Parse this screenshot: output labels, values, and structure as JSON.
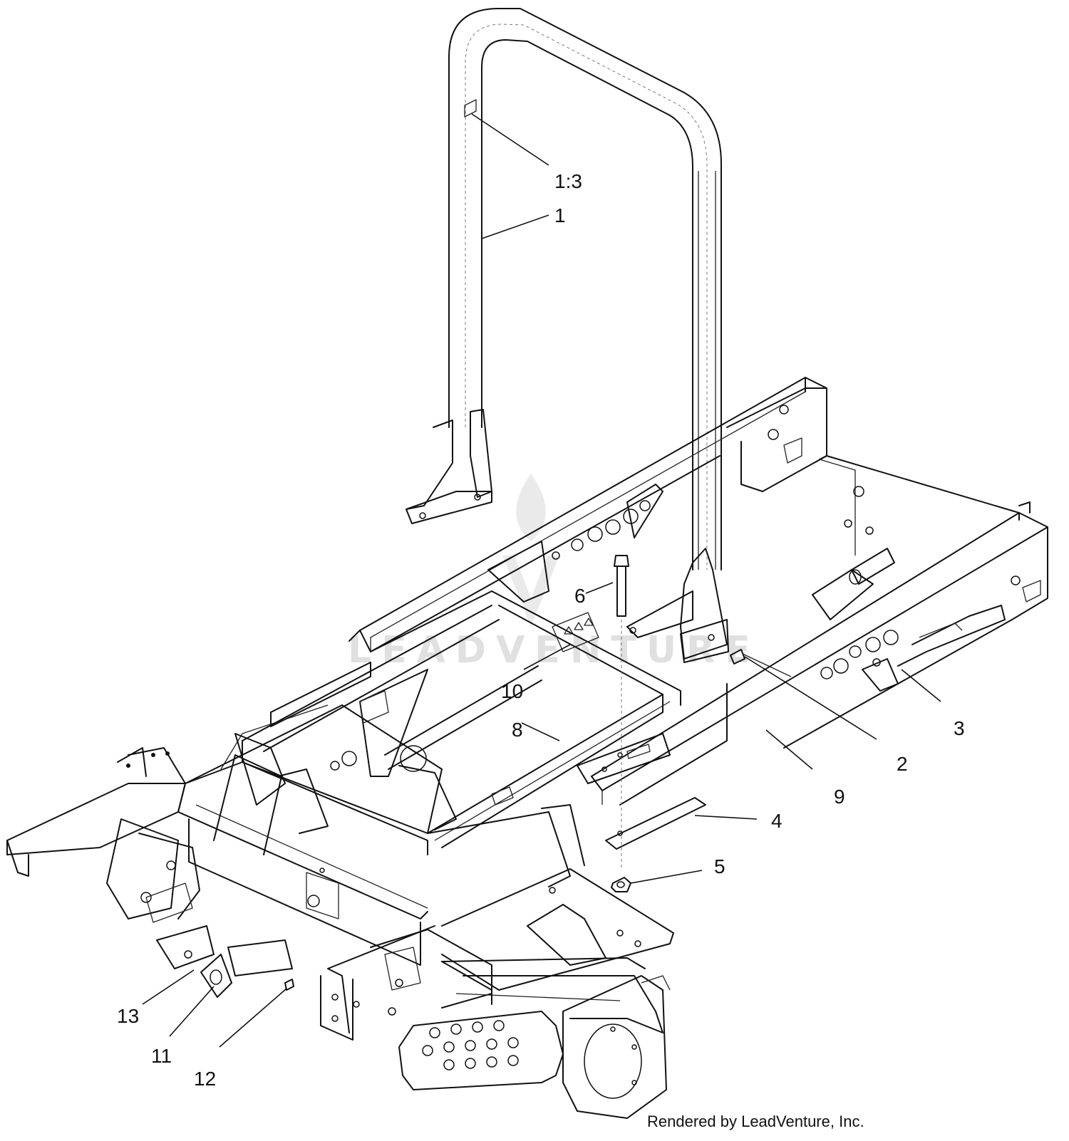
{
  "diagram": {
    "callouts": [
      {
        "id": "c1-3",
        "label": "1:3"
      },
      {
        "id": "c1",
        "label": "1"
      },
      {
        "id": "c6",
        "label": "6"
      },
      {
        "id": "c10",
        "label": "10"
      },
      {
        "id": "c8",
        "label": "8"
      },
      {
        "id": "c3",
        "label": "3"
      },
      {
        "id": "c2",
        "label": "2"
      },
      {
        "id": "c9",
        "label": "9"
      },
      {
        "id": "c4",
        "label": "4"
      },
      {
        "id": "c5",
        "label": "5"
      },
      {
        "id": "c13",
        "label": "13"
      },
      {
        "id": "c11",
        "label": "11"
      },
      {
        "id": "c12",
        "label": "12"
      }
    ],
    "watermark_text": "LEADVENTURE",
    "footer": "Rendered by LeadVenture, Inc."
  }
}
